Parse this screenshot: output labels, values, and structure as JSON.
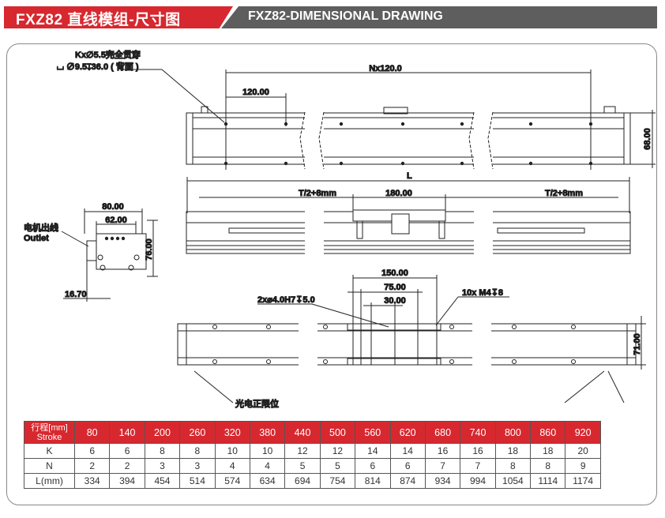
{
  "header": {
    "title": "FXZ82 直线模组-尺寸图",
    "subtitle": "FXZ82-DIMENSIONAL DRAWING"
  },
  "drawing": {
    "hole_note_1": "Kx∅5.5完全贯穿",
    "hole_note_2": "⌴ ∅9.5↧36.0 ( 背面 )",
    "pitch_total": "Nx120.0",
    "pitch": "120.00",
    "height_top": "68.00",
    "length": "L",
    "travel_left": "T/2+8mm",
    "carriage_length": "180.00",
    "travel_right": "T/2+8mm",
    "end_width": "80.00",
    "end_inner": "62.00",
    "end_height": "76.00",
    "outlet_cn": "电机出线",
    "outlet_en": "Outlet",
    "offset": "16.70",
    "pin_note": "2x⌀4.0H7↧5.0",
    "thread_note": "10x M4↧8",
    "dim_150": "150.00",
    "dim_75": "75.00",
    "dim_30": "30.00",
    "height_bottom": "71.00",
    "sensor_note": "光电正限位"
  },
  "table": {
    "header_cn": "行程[mm]",
    "header_en": "Stroke",
    "strokes": [
      "80",
      "140",
      "200",
      "260",
      "320",
      "380",
      "440",
      "500",
      "560",
      "620",
      "680",
      "740",
      "800",
      "860",
      "920"
    ],
    "rows": [
      {
        "label": "K",
        "values": [
          "6",
          "6",
          "8",
          "8",
          "10",
          "10",
          "12",
          "12",
          "14",
          "14",
          "16",
          "16",
          "18",
          "18",
          "20"
        ]
      },
      {
        "label": "N",
        "values": [
          "2",
          "2",
          "3",
          "3",
          "4",
          "4",
          "5",
          "5",
          "6",
          "6",
          "7",
          "7",
          "8",
          "8",
          "9"
        ]
      },
      {
        "label": "L(mm)",
        "values": [
          "334",
          "394",
          "454",
          "514",
          "574",
          "634",
          "694",
          "754",
          "814",
          "874",
          "934",
          "994",
          "1054",
          "1114",
          "1174"
        ]
      }
    ]
  },
  "colors": {
    "accent": "#d7282f",
    "gray": "#5e5e5f"
  }
}
